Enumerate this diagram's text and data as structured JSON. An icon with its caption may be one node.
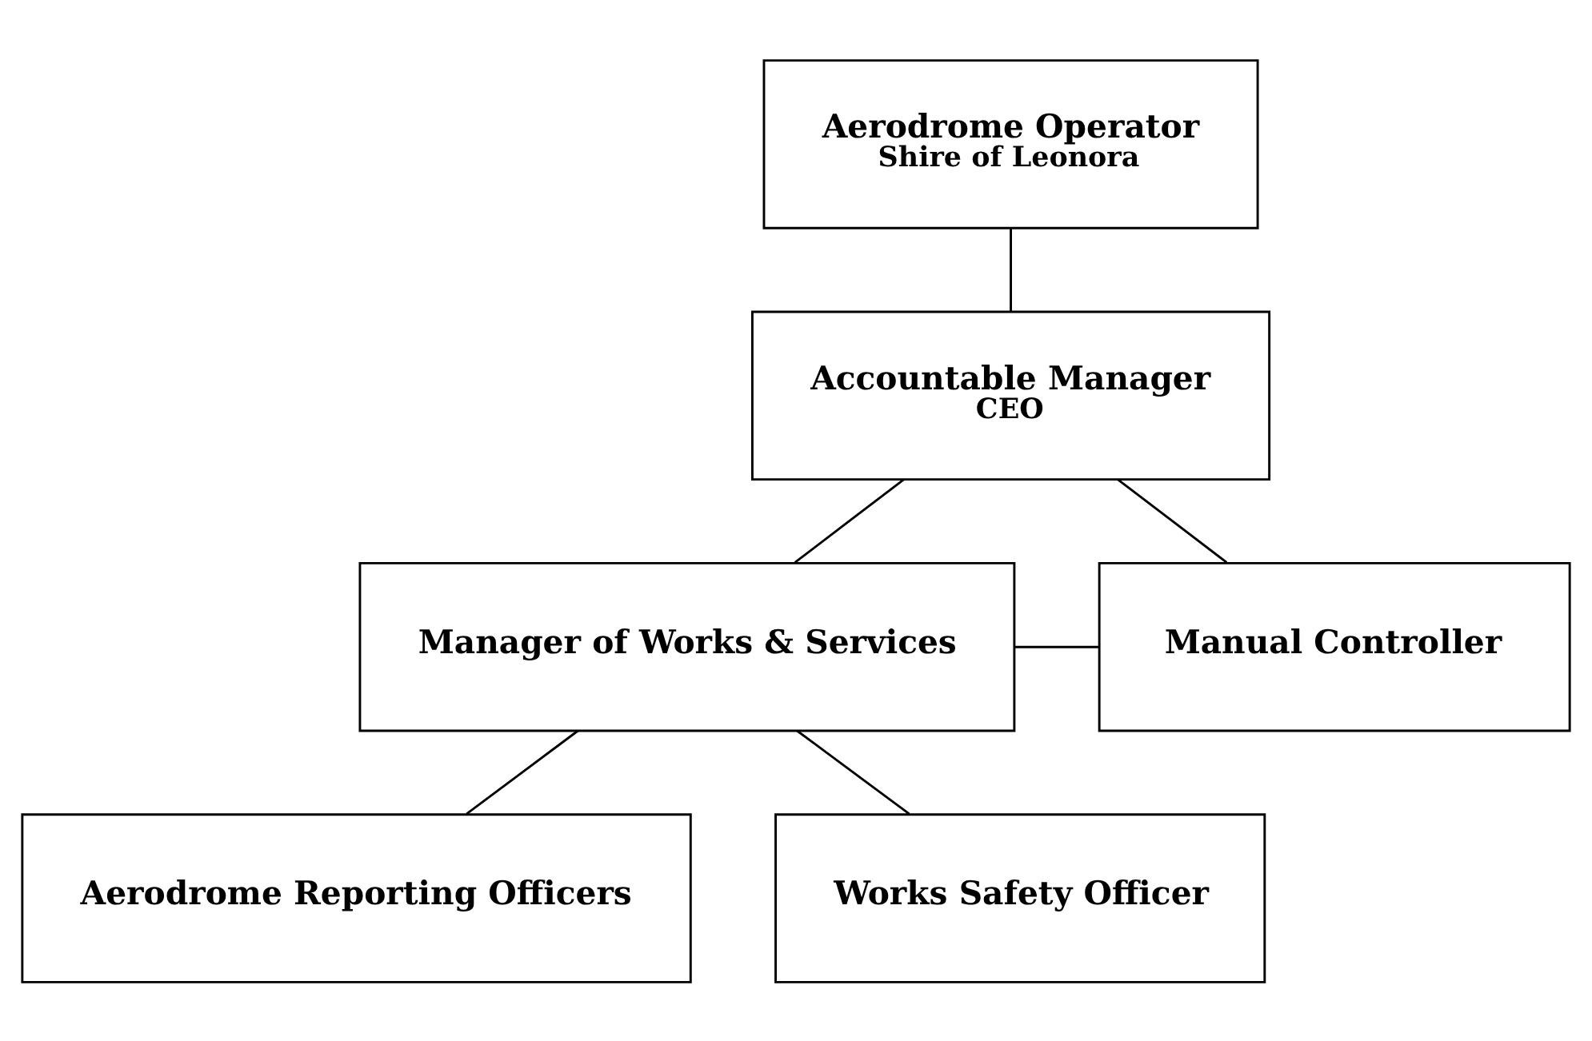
{
  "diagram": {
    "nodes": [
      {
        "text": [
          "Aerodrome Operator",
          "Shire of Leonora"
        ]
      },
      {
        "text": [
          "Accountable Manager",
          "CEO"
        ]
      },
      {
        "text": [
          "Manager of Works & Services"
        ]
      },
      {
        "text": [
          "Manual Controller"
        ]
      },
      {
        "text": [
          "Aerodrome Reporting Officers"
        ]
      },
      {
        "text": [
          "Works Safety Officer"
        ]
      }
    ],
    "edges": [
      {
        "from": 0,
        "to": 1,
        "arrow": "none"
      },
      {
        "from": 1,
        "to": 2,
        "arrow": "none"
      },
      {
        "from": 1,
        "to": 3,
        "arrow": "none"
      },
      {
        "from": 2,
        "to": 3,
        "arrow": "none"
      },
      {
        "from": 2,
        "to": 4,
        "arrow": "none"
      },
      {
        "from": 2,
        "to": 5,
        "arrow": "none"
      }
    ]
  }
}
